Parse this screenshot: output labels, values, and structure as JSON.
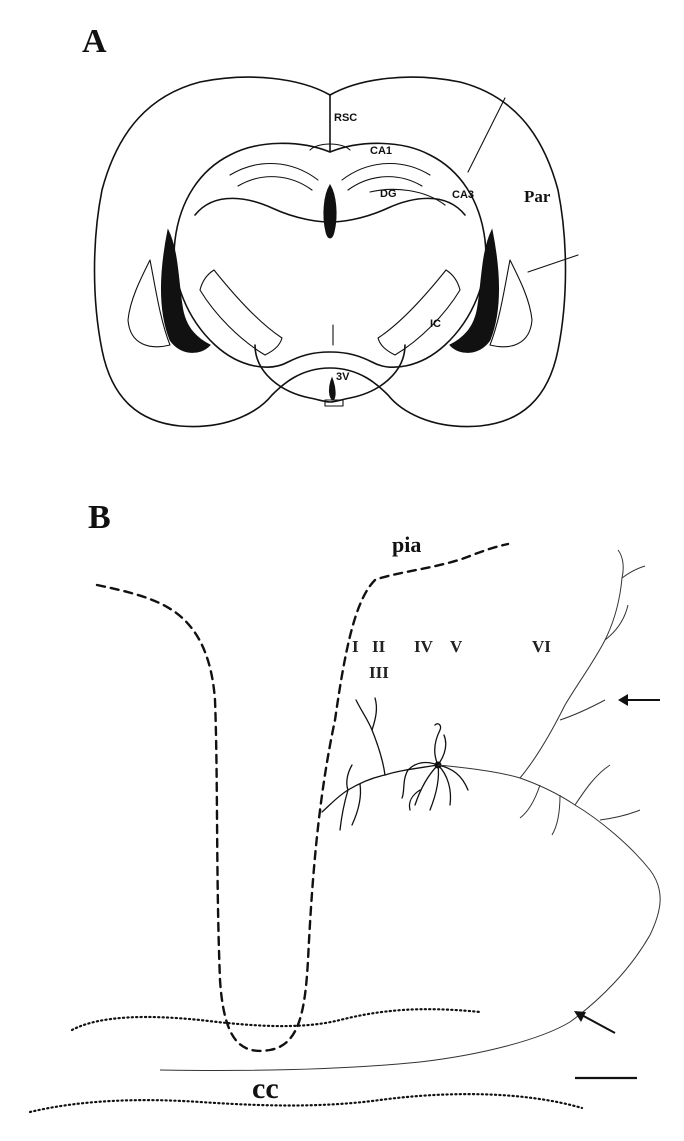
{
  "panel_a": {
    "letter": "A",
    "labels": {
      "rsc": "RSC",
      "ca1": "CA1",
      "dg": "DG",
      "ca3": "CA3",
      "par": "Par",
      "ic": "IC",
      "v3": "3V"
    }
  },
  "panel_b": {
    "letter": "B",
    "pia": "pia",
    "layers": {
      "l1": "I",
      "l2": "II",
      "l3": "III",
      "l4": "IV",
      "l5": "V",
      "l6": "VI"
    },
    "cc": "cc",
    "arrows": [
      "arrow-icon",
      "arrow-icon"
    ]
  }
}
